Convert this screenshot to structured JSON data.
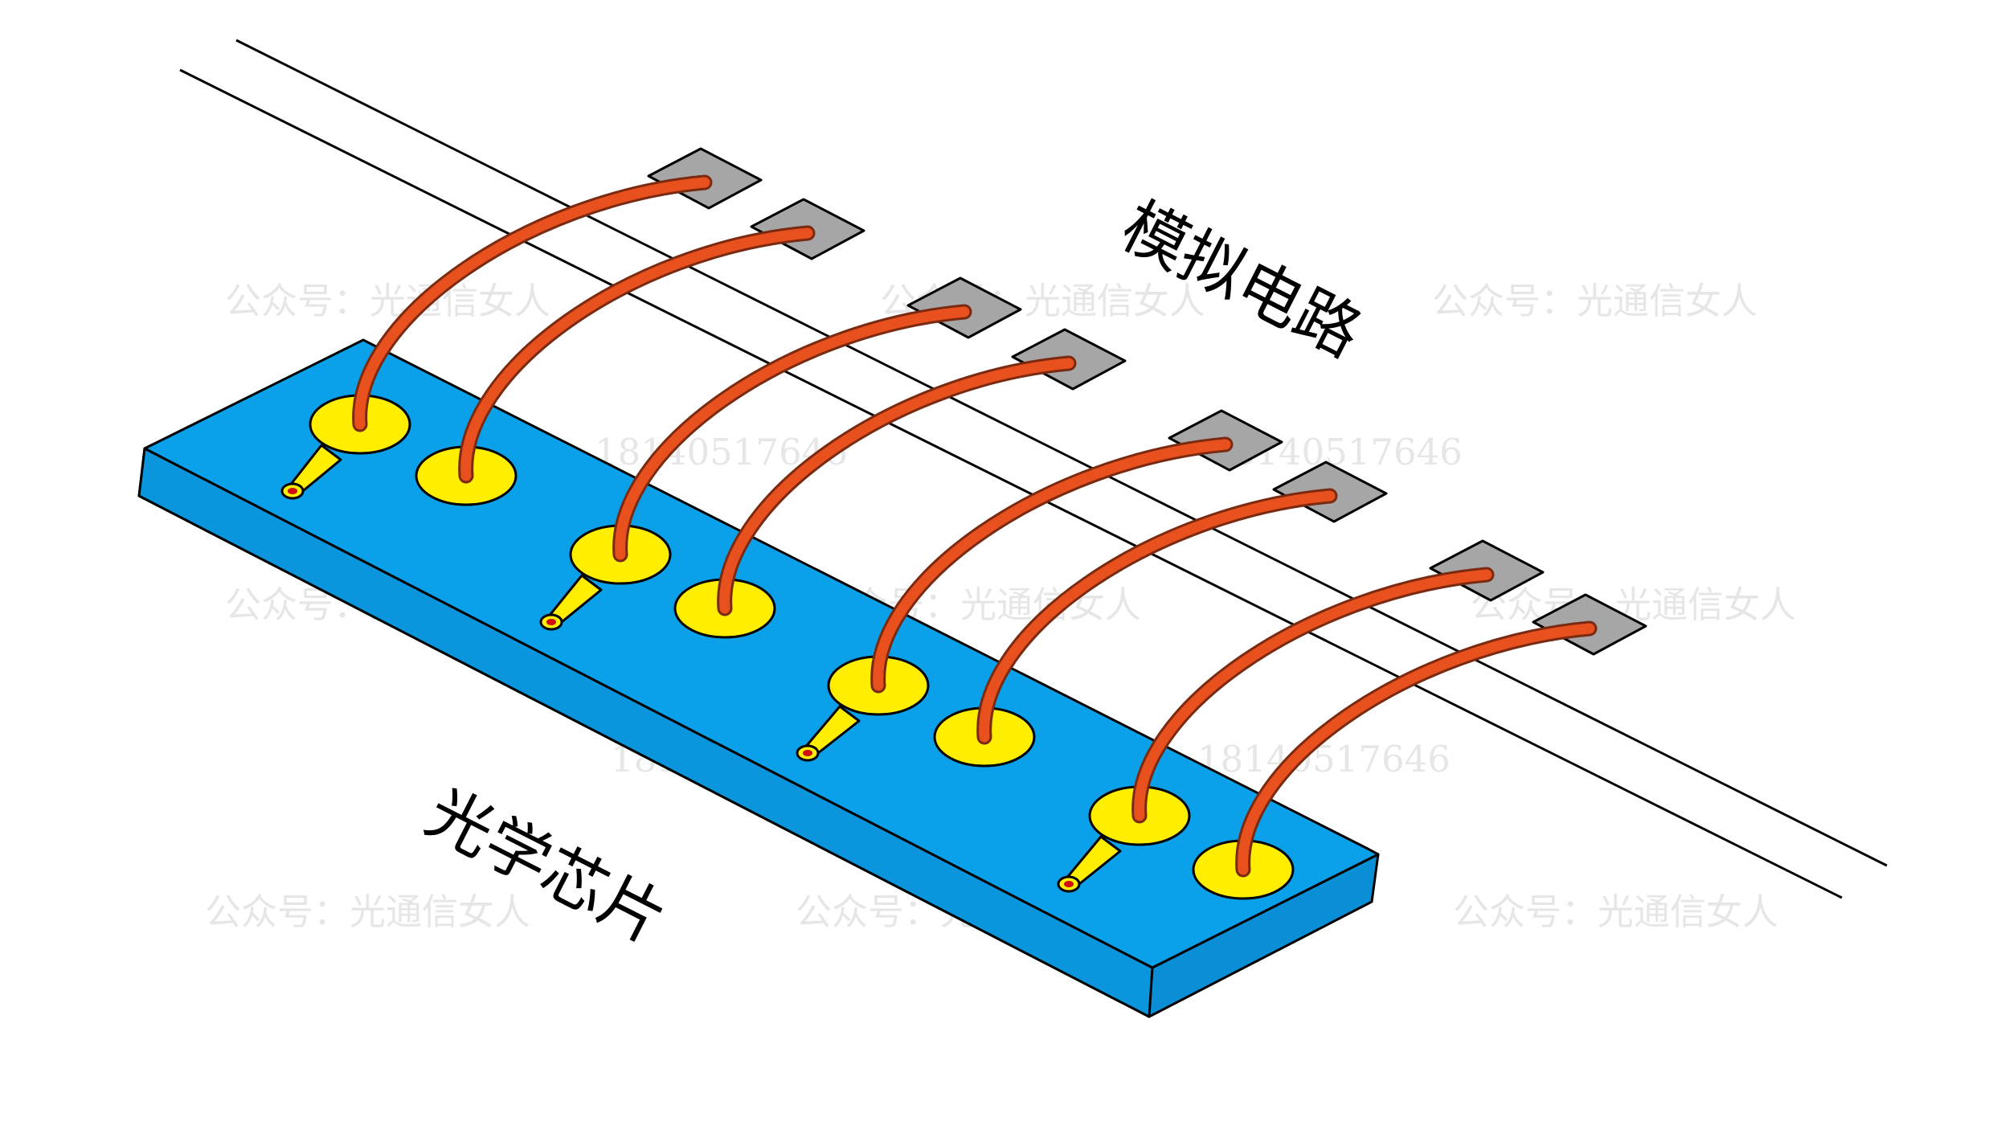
{
  "labels": {
    "analog_circuit": "模拟电路",
    "optical_chip": "光学芯片"
  },
  "watermarks": {
    "account": "公众号：光通信女人",
    "phone": "18140517646"
  },
  "colors": {
    "chip_top": "#0aa0ea",
    "chip_side": "#0a8fd6",
    "pad": "#ffee00",
    "bond_wire": "#e8501e",
    "bond_wire_edge": "#7a2a10",
    "circuit_pad": "#a6a6a6",
    "outline": "#000000",
    "watermark": "#e6e6e6"
  }
}
